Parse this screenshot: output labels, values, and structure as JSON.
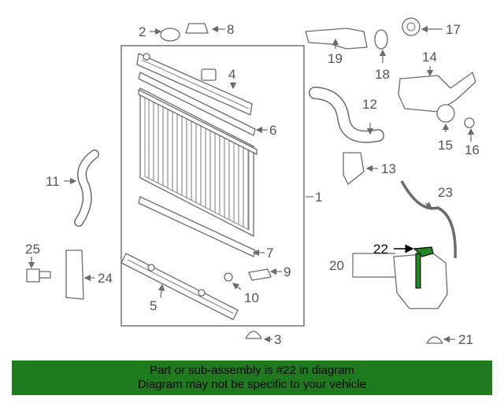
{
  "callouts": {
    "c1": "1",
    "c2": "2",
    "c3": "3",
    "c4": "4",
    "c5": "5",
    "c6": "6",
    "c7": "7",
    "c8": "8",
    "c9": "9",
    "c10": "10",
    "c11": "11",
    "c12": "12",
    "c13": "13",
    "c14": "14",
    "c15": "15",
    "c16": "16",
    "c17": "17",
    "c18": "18",
    "c19": "19",
    "c20": "20",
    "c21": "21",
    "c22": "22",
    "c23": "23",
    "c24": "24",
    "c25": "25"
  },
  "highlighted_part": "22",
  "highlight_color": "#1f8a1f",
  "banner": {
    "line1": "Part or sub-assembly is #22 in diagram",
    "line2": "Diagram may not be specific to your vehicle",
    "background": "#1d7a1d"
  }
}
